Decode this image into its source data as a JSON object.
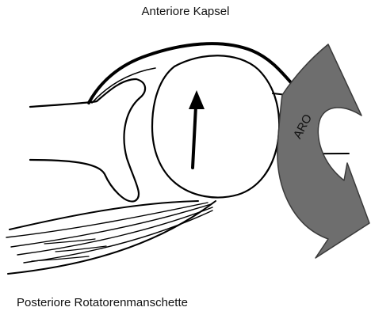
{
  "labels": {
    "top": "Anteriore Kapsel",
    "bottom": "Posteriore Rotatorenmanschette",
    "rotation": "ARO"
  },
  "colors": {
    "outline": "#000000",
    "rotation_arrow_fill": "#6e6e6e",
    "rotation_arrow_stroke": "#3a3a3a",
    "background": "#ffffff"
  }
}
